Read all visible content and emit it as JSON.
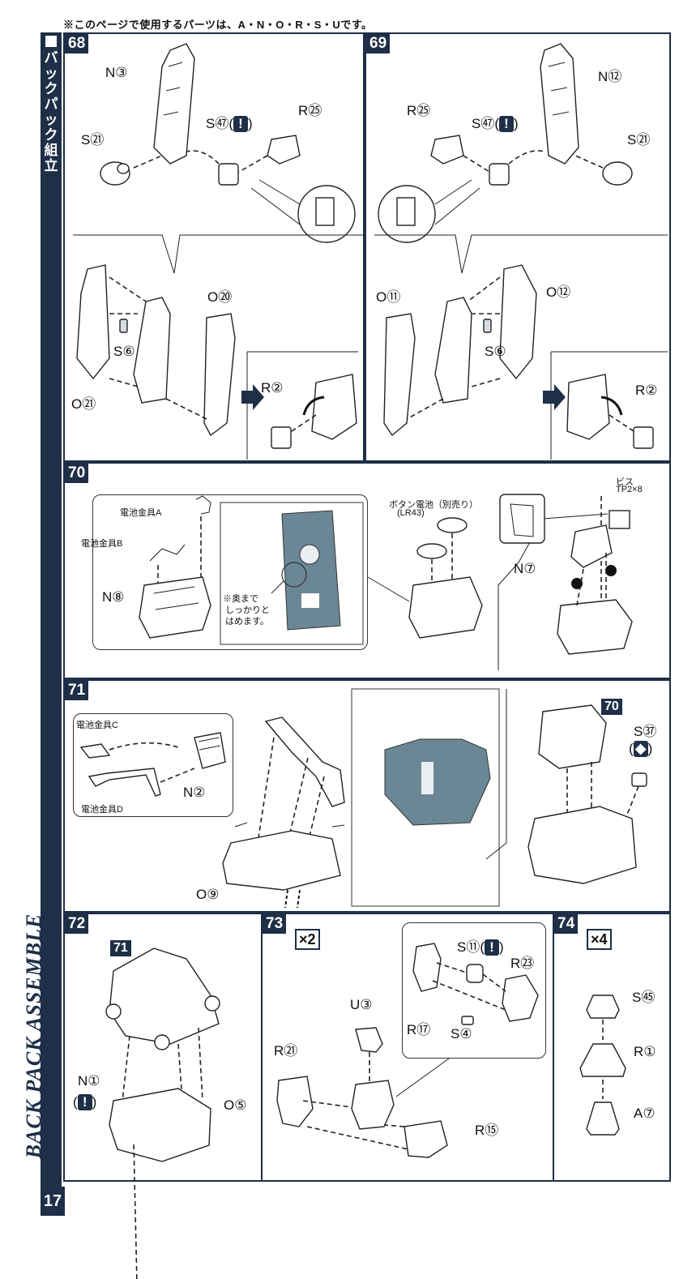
{
  "header": {
    "note": "※このページで使用するパーツは、A・N・O・R・S・Uです。"
  },
  "sidebar": {
    "title_jp": "バックパック組立",
    "title_en": "BACK PACK ASSEMBLE",
    "page_number": "17"
  },
  "steps": {
    "s68": {
      "num": "68",
      "labels": {
        "n": "N③",
        "s21": "S㉑",
        "s47": "S㊼(",
        "close": ")",
        "r25": "R㉕",
        "s6": "S⑥",
        "o20": "O⑳",
        "o21": "O㉑",
        "r2": "R②"
      }
    },
    "s69": {
      "num": "69",
      "labels": {
        "n": "N⑫",
        "r25": "R㉕",
        "s47": "S㊼(",
        "close": ")",
        "s21": "S㉑",
        "o11": "O⑪",
        "o12": "O⑫",
        "s6": "S⑥",
        "r2": "R②"
      }
    },
    "s70": {
      "num": "70",
      "labels": {
        "batA": "電池金具A",
        "batB": "電池金具B",
        "n8": "N⑧",
        "note1": "※奥まで",
        "note2": "しっかりと",
        "note3": "はめます。",
        "battery1": "ボタン電池（別売り）",
        "battery2": "(LR43)",
        "screw1": "ビス",
        "screw2": "TP2×8",
        "n7": "N⑦"
      }
    },
    "s71": {
      "num": "71",
      "labels": {
        "batC": "電池金具C",
        "batD": "電池金具D",
        "n2": "N②",
        "o9": "O⑨",
        "ref70": "70",
        "s37": "S㊲",
        "paren_open": "(",
        "paren_close": ")"
      }
    },
    "s72": {
      "num": "72",
      "labels": {
        "ref71": "71",
        "n1": "N①",
        "paren_open": "(",
        "paren_close": ")",
        "o5": "O⑤"
      }
    },
    "s73": {
      "num": "73",
      "mult": "×2",
      "labels": {
        "s11": "S⑪(",
        "close": ")",
        "r23": "R㉓",
        "r17": "R⑰",
        "s4": "S④",
        "u3": "U③",
        "r21": "R㉑",
        "r15": "R⑮"
      }
    },
    "s74": {
      "num": "74",
      "mult": "×4",
      "labels": {
        "s45": "S㊺",
        "r1": "R①",
        "a7": "A⑦"
      }
    }
  },
  "icons": {
    "exclamation": "!"
  }
}
